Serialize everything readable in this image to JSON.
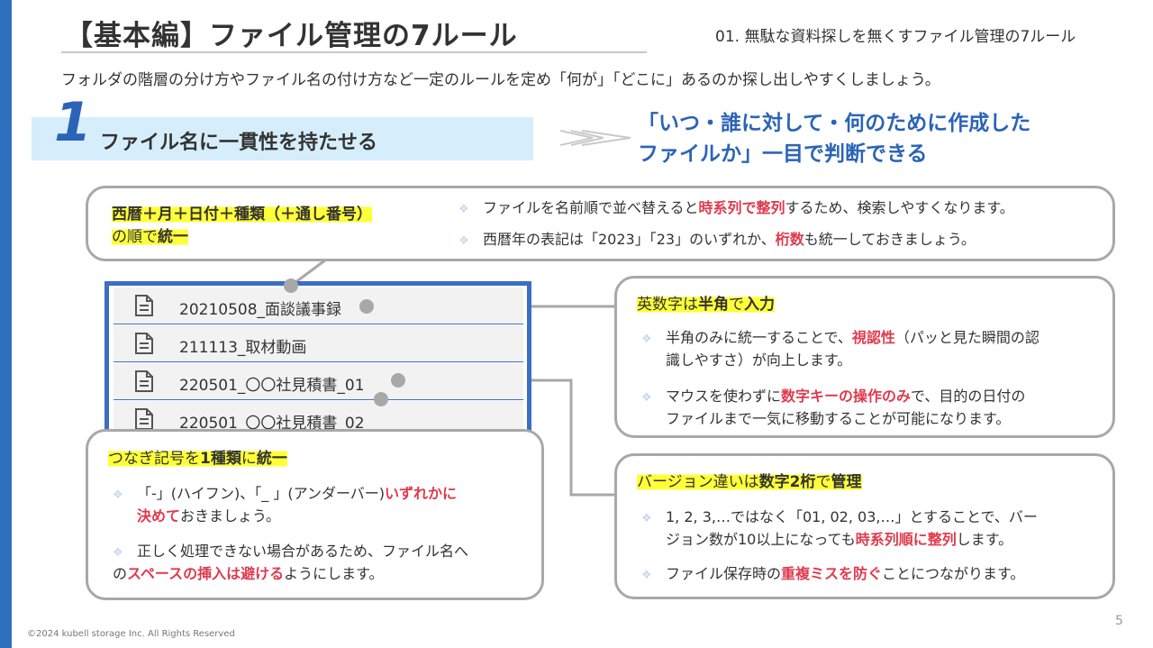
{
  "page": {
    "title": "【基本編】ファイル管理の7ルール",
    "section": "01. 無駄な資料探しを無くすファイル管理の7ルール",
    "intro": "フォルダの階層の分け方やファイル名の付け方など一定のルールを定め「何が」「どこに」あるのか探し出しやすくしましょう。",
    "footer": "©2024 kubell storage Inc. All Rights Reserved",
    "page_number": "5"
  },
  "rule": {
    "number": "1",
    "text": "ファイル名に一貫性を持たせる",
    "conclusion_line1": "「いつ・誰に対して・何のために作成した",
    "conclusion_line2": "ファイルか」一目で判断できる"
  },
  "box_naming": {
    "head_line1": "西暦＋月＋日付＋種類（＋通し番号）",
    "head_line2_a": "の順で",
    "head_line2_b": "統一",
    "b1_a": "ファイルを名前順で並べ替えると",
    "b1_red": "時系列で整列",
    "b1_c": "するため、検索しやすくなります。",
    "b2_a": "西暦年の表記は「2023」「23」のいずれか、",
    "b2_red": "桁数",
    "b2_c": "も統一しておきましょう。"
  },
  "files": [
    {
      "name": "20210508_面談議事録"
    },
    {
      "name": "211113_取材動画"
    },
    {
      "name": "220501_〇〇社見積書_01"
    },
    {
      "name": "220501_〇〇社見積書_02"
    }
  ],
  "box_halfwidth": {
    "head_a": "英数字は",
    "head_b": "半角",
    "head_c": "で",
    "head_d": "入力",
    "b1_a": "半角のみに統一することで、",
    "b1_red": "視認性",
    "b1_c": "（パッと見た瞬間の認",
    "b1_line2": "識しやすさ）が向上します。",
    "b2_a": "マウスを使わずに",
    "b2_red": "数字キーの操作のみ",
    "b2_c": "で、目的の日付の",
    "b2_line2": "ファイルまで一気に移動することが可能になります。"
  },
  "box_separator": {
    "head_a": "つなぎ記号を",
    "head_b": "1種類",
    "head_c": "に",
    "head_d": "統一",
    "b1_a": "「-」(ハイフン)、「_ 」(アンダーバー)",
    "b1_red": "いずれかに",
    "b1_red2": "決めて",
    "b1_c": "おきましょう。",
    "b2_line1": "正しく処理できない場合があるため、ファイル名へ",
    "b2_a": "の",
    "b2_red": "スペースの挿入は避ける",
    "b2_c": "ようにします。"
  },
  "box_version": {
    "head_a": "バージョン違いは",
    "head_b": "数字2桁",
    "head_c": "で",
    "head_d": "管理",
    "b1_line1": "1, 2, 3,…ではなく「01, 02, 03,…」とすることで、バー",
    "b1_a": "ジョン数が10以上になっても",
    "b1_red": "時系列順に整列",
    "b1_c": "します。",
    "b2_a": "ファイル保存時の",
    "b2_red": "重複ミスを防ぐ",
    "b2_c": "ことにつながります。"
  },
  "icons": {
    "file": "document-icon",
    "bullet": "diamond-bullet-icon",
    "arrow": "double-chevron-arrow-icon"
  },
  "colors": {
    "accent_blue": "#2b64b6",
    "highlight": "#ffff3a",
    "emphasis_red": "#e03a4e",
    "band": "#d6eefb"
  }
}
